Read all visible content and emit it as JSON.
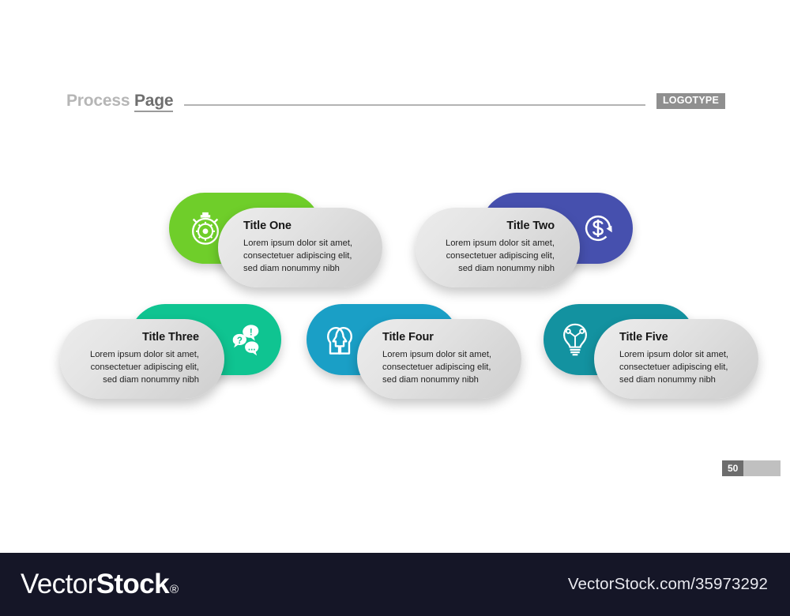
{
  "header": {
    "title_part1": "Process",
    "title_part2": "Page",
    "logotype": "LOGOTYPE"
  },
  "items": [
    {
      "title": "Title One",
      "desc": "Lorem ipsum dolor sit amet,\nconsectetuer adipiscing elit,\nsed diam nonummy nibh",
      "color": "#6FCE2A",
      "icon": "stopwatch-gear-icon",
      "layout": "color-left"
    },
    {
      "title": "Title Two",
      "desc": "Lorem ipsum dolor sit amet,\nconsectetuer adipiscing elit,\nsed diam nonummy nibh",
      "color": "#4650AE",
      "icon": "dollar-refresh-icon",
      "layout": "color-right"
    },
    {
      "title": "Title Three",
      "desc": "Lorem ipsum dolor sit amet,\nconsectetuer adipiscing elit,\nsed diam nonummy nibh",
      "color": "#0FC491",
      "icon": "speech-bubbles-icon",
      "layout": "color-right"
    },
    {
      "title": "Title Four",
      "desc": "Lorem ipsum dolor sit amet,\nconsectetuer adipiscing elit,\nsed diam nonummy nibh",
      "color": "#1A9FC6",
      "icon": "two-heads-icon",
      "layout": "color-left"
    },
    {
      "title": "Title Five",
      "desc": "Lorem ipsum dolor sit amet,\nconsectetuer adipiscing elit,\nsed diam nonummy nibh",
      "color": "#1392A0",
      "icon": "lightbulb-icon",
      "layout": "color-left"
    }
  ],
  "page": {
    "number": "50"
  },
  "footer": {
    "brand_light": "Vector",
    "brand_bold": "Stock",
    "brand_reg": "®",
    "url": "VectorStock.com/35973292"
  }
}
